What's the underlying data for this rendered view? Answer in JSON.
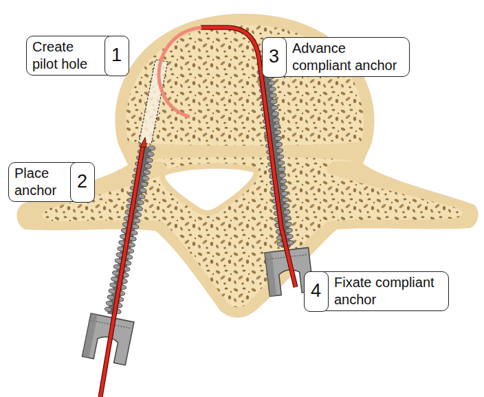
{
  "diagram": {
    "nodes": [
      {
        "text": [
          "Create pilot hole"
        ]
      },
      {
        "text": [
          "1"
        ],
        "in": 0
      },
      {
        "text": [
          "Advance compliant anchor"
        ]
      },
      {
        "text": [
          "3"
        ],
        "in": 2
      },
      {
        "text": [
          "Place anchor"
        ]
      },
      {
        "text": [
          "2"
        ],
        "in": 4
      },
      {
        "text": [
          "Fixate compliant anchor"
        ]
      },
      {
        "text": [
          "4"
        ],
        "in": 6
      }
    ]
  }
}
